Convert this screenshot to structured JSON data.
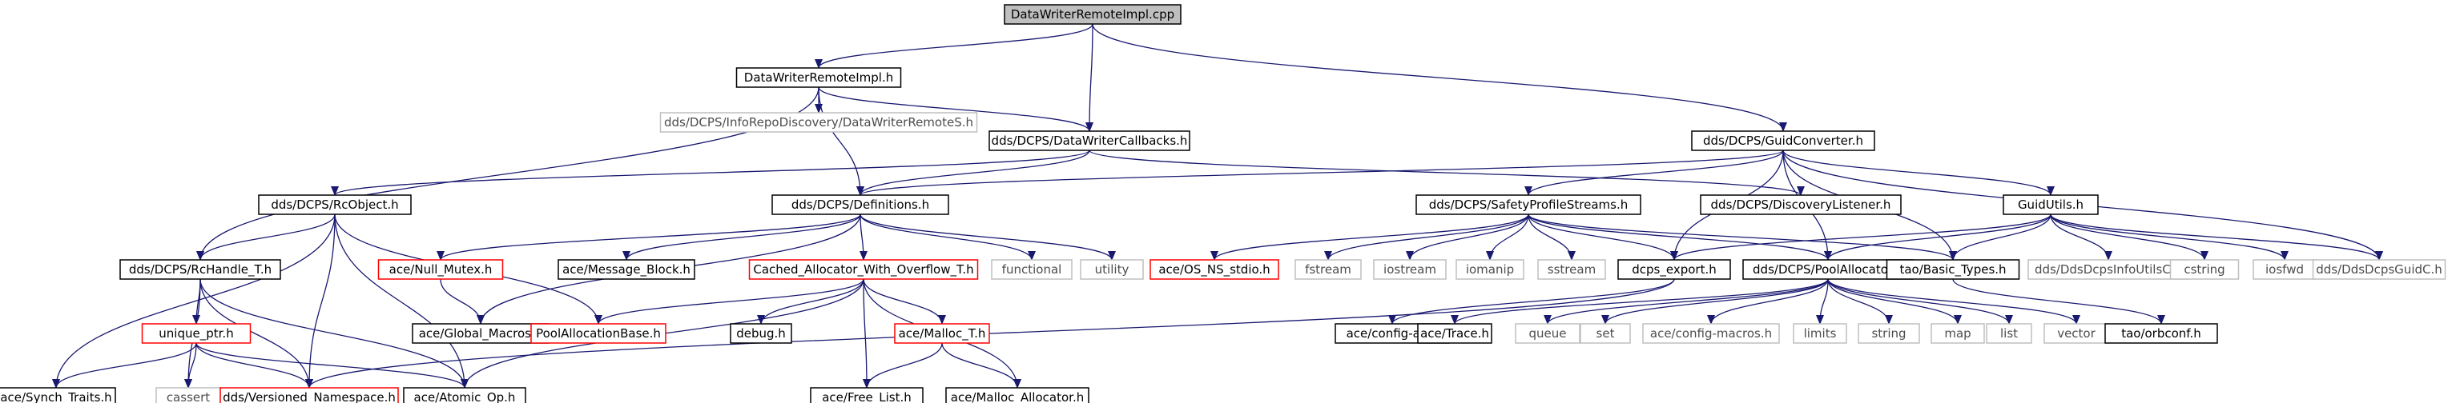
{
  "graph": {
    "root": "DataWriterRemoteImpl.cpp",
    "colors": {
      "edge": "#191970",
      "node_border_default": "#000000",
      "node_border_missing": "#bfbfbf",
      "node_border_truncated": "#ff0000",
      "root_fill": "#bfbfbf",
      "text_default": "#000000",
      "text_missing": "#4d4d4d"
    },
    "nodes": [
      {
        "id": "n0",
        "label": "DataWriterRemoteImpl.cpp",
        "kind": "root"
      },
      {
        "id": "n1",
        "label": "DataWriterRemoteImpl.h",
        "kind": "default"
      },
      {
        "id": "n2",
        "label": "dds/DCPS/InfoRepoDiscovery/DataWriterRemoteS.h",
        "kind": "missing"
      },
      {
        "id": "n3",
        "label": "dds/DCPS/DataWriterCallbacks.h",
        "kind": "default"
      },
      {
        "id": "n4",
        "label": "dds/DCPS/GuidConverter.h",
        "kind": "default"
      },
      {
        "id": "n5",
        "label": "dds/DCPS/RcObject.h",
        "kind": "default"
      },
      {
        "id": "n6",
        "label": "dds/DCPS/Definitions.h",
        "kind": "default"
      },
      {
        "id": "n7",
        "label": "dds/DCPS/SafetyProfileStreams.h",
        "kind": "default"
      },
      {
        "id": "n8",
        "label": "dds/DCPS/DiscoveryListener.h",
        "kind": "default"
      },
      {
        "id": "n9",
        "label": "GuidUtils.h",
        "kind": "default"
      },
      {
        "id": "n10",
        "label": "dds/DCPS/RcHandle_T.h",
        "kind": "default"
      },
      {
        "id": "n11",
        "label": "ace/Null_Mutex.h",
        "kind": "truncated"
      },
      {
        "id": "n12",
        "label": "ace/Message_Block.h",
        "kind": "default"
      },
      {
        "id": "n13",
        "label": "Cached_Allocator_With_Overflow_T.h",
        "kind": "truncated"
      },
      {
        "id": "n14",
        "label": "functional",
        "kind": "missing"
      },
      {
        "id": "n15",
        "label": "utility",
        "kind": "missing"
      },
      {
        "id": "n16",
        "label": "ace/OS_NS_stdio.h",
        "kind": "truncated"
      },
      {
        "id": "n17",
        "label": "fstream",
        "kind": "missing"
      },
      {
        "id": "n18",
        "label": "iostream",
        "kind": "missing"
      },
      {
        "id": "n19",
        "label": "iomanip",
        "kind": "missing"
      },
      {
        "id": "n20",
        "label": "sstream",
        "kind": "missing"
      },
      {
        "id": "n21",
        "label": "dcps_export.h",
        "kind": "default"
      },
      {
        "id": "n22",
        "label": "dds/DCPS/PoolAllocator.h",
        "kind": "default"
      },
      {
        "id": "n23",
        "label": "tao/Basic_Types.h",
        "kind": "default"
      },
      {
        "id": "n24",
        "label": "dds/DdsDcpsInfoUtilsC.h",
        "kind": "missing"
      },
      {
        "id": "n25",
        "label": "cstring",
        "kind": "missing"
      },
      {
        "id": "n26",
        "label": "iosfwd",
        "kind": "missing"
      },
      {
        "id": "n27",
        "label": "dds/DdsDcpsGuidC.h",
        "kind": "missing"
      },
      {
        "id": "n28",
        "label": "unique_ptr.h",
        "kind": "truncated"
      },
      {
        "id": "n29",
        "label": "ace/Global_Macros.h",
        "kind": "default"
      },
      {
        "id": "n30",
        "label": "PoolAllocationBase.h",
        "kind": "truncated"
      },
      {
        "id": "n31",
        "label": "debug.h",
        "kind": "default"
      },
      {
        "id": "n32",
        "label": "ace/Malloc_T.h",
        "kind": "truncated"
      },
      {
        "id": "n33",
        "label": "ace/config-all.h",
        "kind": "default"
      },
      {
        "id": "n34",
        "label": "ace/Trace.h",
        "kind": "default"
      },
      {
        "id": "n35",
        "label": "queue",
        "kind": "missing"
      },
      {
        "id": "n36",
        "label": "set",
        "kind": "missing"
      },
      {
        "id": "n37",
        "label": "ace/config-macros.h",
        "kind": "missing"
      },
      {
        "id": "n38",
        "label": "limits",
        "kind": "missing"
      },
      {
        "id": "n39",
        "label": "string",
        "kind": "missing"
      },
      {
        "id": "n40",
        "label": "map",
        "kind": "missing"
      },
      {
        "id": "n41",
        "label": "list",
        "kind": "missing"
      },
      {
        "id": "n42",
        "label": "vector",
        "kind": "missing"
      },
      {
        "id": "n43",
        "label": "tao/orbconf.h",
        "kind": "default"
      },
      {
        "id": "n44",
        "label": "ace/Synch_Traits.h",
        "kind": "default"
      },
      {
        "id": "n45",
        "label": "cassert",
        "kind": "missing"
      },
      {
        "id": "n46",
        "label": "dds/Versioned_Namespace.h",
        "kind": "truncated"
      },
      {
        "id": "n47",
        "label": "ace/Atomic_Op.h",
        "kind": "default"
      },
      {
        "id": "n48",
        "label": "ace/Free_List.h",
        "kind": "default"
      },
      {
        "id": "n49",
        "label": "ace/Malloc_Allocator.h",
        "kind": "default"
      }
    ],
    "edges": [
      [
        "n0",
        "n1"
      ],
      [
        "n0",
        "n3"
      ],
      [
        "n0",
        "n4"
      ],
      [
        "n1",
        "n2"
      ],
      [
        "n1",
        "n3"
      ],
      [
        "n1",
        "n6"
      ],
      [
        "n1",
        "n10"
      ],
      [
        "n3",
        "n5"
      ],
      [
        "n3",
        "n6"
      ],
      [
        "n3",
        "n8"
      ],
      [
        "n4",
        "n6"
      ],
      [
        "n4",
        "n7"
      ],
      [
        "n4",
        "n9"
      ],
      [
        "n4",
        "n21"
      ],
      [
        "n4",
        "n22"
      ],
      [
        "n4",
        "n23"
      ],
      [
        "n4",
        "n27"
      ],
      [
        "n5",
        "n10"
      ],
      [
        "n5",
        "n44"
      ],
      [
        "n5",
        "n46"
      ],
      [
        "n5",
        "n47"
      ],
      [
        "n5",
        "n30"
      ],
      [
        "n6",
        "n11"
      ],
      [
        "n6",
        "n12"
      ],
      [
        "n6",
        "n13"
      ],
      [
        "n6",
        "n14"
      ],
      [
        "n6",
        "n15"
      ],
      [
        "n6",
        "n29"
      ],
      [
        "n7",
        "n16"
      ],
      [
        "n7",
        "n17"
      ],
      [
        "n7",
        "n18"
      ],
      [
        "n7",
        "n19"
      ],
      [
        "n7",
        "n20"
      ],
      [
        "n7",
        "n21"
      ],
      [
        "n7",
        "n22"
      ],
      [
        "n7",
        "n23"
      ],
      [
        "n9",
        "n21"
      ],
      [
        "n9",
        "n22"
      ],
      [
        "n9",
        "n23"
      ],
      [
        "n9",
        "n24"
      ],
      [
        "n9",
        "n25"
      ],
      [
        "n9",
        "n26"
      ],
      [
        "n9",
        "n27"
      ],
      [
        "n10",
        "n28"
      ],
      [
        "n10",
        "n45"
      ],
      [
        "n10",
        "n46"
      ],
      [
        "n10",
        "n47"
      ],
      [
        "n11",
        "n29"
      ],
      [
        "n13",
        "n30"
      ],
      [
        "n13",
        "n31"
      ],
      [
        "n13",
        "n32"
      ],
      [
        "n13",
        "n48"
      ],
      [
        "n13",
        "n49"
      ],
      [
        "n13",
        "n47"
      ],
      [
        "n21",
        "n33"
      ],
      [
        "n21",
        "n46"
      ],
      [
        "n22",
        "n34"
      ],
      [
        "n22",
        "n35"
      ],
      [
        "n22",
        "n36"
      ],
      [
        "n22",
        "n37"
      ],
      [
        "n22",
        "n38"
      ],
      [
        "n22",
        "n39"
      ],
      [
        "n22",
        "n40"
      ],
      [
        "n22",
        "n41"
      ],
      [
        "n22",
        "n42"
      ],
      [
        "n23",
        "n43"
      ],
      [
        "n28",
        "n44"
      ],
      [
        "n28",
        "n45"
      ],
      [
        "n28",
        "n46"
      ],
      [
        "n28",
        "n47"
      ],
      [
        "n32",
        "n48"
      ],
      [
        "n32",
        "n49"
      ]
    ]
  }
}
